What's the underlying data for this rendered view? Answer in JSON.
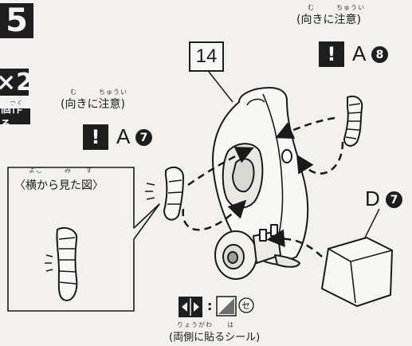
{
  "step": {
    "number": "5",
    "quantity": "×2",
    "ruby": "つく",
    "make_label": "個作る"
  },
  "label_box": {
    "number": "14"
  },
  "caution_upper": {
    "ruby": "む　　　ちゅうい",
    "text": "(向きに注意)",
    "mark": "!",
    "part_letter": "A",
    "part_number": "8"
  },
  "caution_left": {
    "ruby": "む　　　ちゅうい",
    "text": "(向きに注意)",
    "mark": "!",
    "part_letter": "A",
    "part_number": "7"
  },
  "part_d": {
    "letter": "D",
    "number": "7"
  },
  "side_view": {
    "ruby": "よこ　　　み　　ず",
    "text": "〈横から見た図〉"
  },
  "sticker": {
    "colon": ":",
    "seal_letter": "セ",
    "ruby": "りょうがわ　　は",
    "text": "(両側に貼るシール)"
  },
  "colors": {
    "ink": "#1a1a1a",
    "background": "#f2f1ed",
    "panel": "#1e1e1e"
  }
}
